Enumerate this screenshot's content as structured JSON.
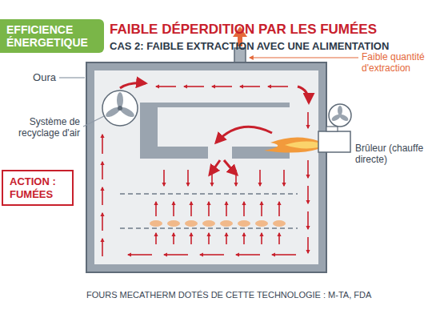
{
  "diagram": {
    "title": "FAIBLE DÉPERDITION PAR LES FUMÉES",
    "caption": "FOURS MECATHERM DOTÉS DE CETTE TECHNOLOGIE : M-TA, FDA",
    "nodes": [
      {
        "text": [
          "EFFICIENCE ÉNERGETIQUE"
        ]
      },
      {
        "text": [
          "ACTION : FUMÉES"
        ]
      }
    ],
    "labels": [
      "CAS 2: FAIBLE EXTRACTION AVEC UNE ALIMENTATION",
      "Oura",
      "Faible quantité d'extraction",
      "Système de recyclage d'air",
      "Brûleur (chauffe directe)"
    ]
  }
}
